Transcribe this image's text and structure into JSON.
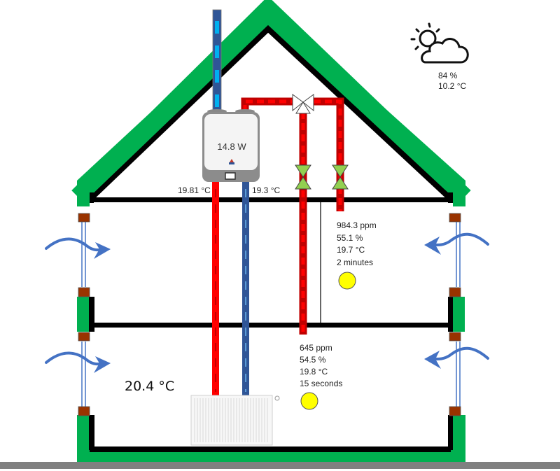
{
  "weather": {
    "icon": "partly-cloudy-icon",
    "humidity": "84 %",
    "temperature": "10.2 °C"
  },
  "ventilation_unit": {
    "power": "14.8 W",
    "supply_temp": "19.81 °C",
    "return_temp": "19.3 °C"
  },
  "upper_room": {
    "co2": "984.3 ppm",
    "humidity": "55.1 %",
    "temperature": "19.7 °C",
    "last_update": "2 minutes",
    "status_color": "#ffff00"
  },
  "lower_room": {
    "co2": "645 ppm",
    "humidity": "54.5 %",
    "temperature": "19.8 °C",
    "last_update": "15 seconds",
    "status_color": "#ffff00",
    "room_temperature": "20.4 °C"
  },
  "colors": {
    "wall": "#00b050",
    "wall_inner": "#000000",
    "hot_pipe": "#ff0000",
    "hot_pipe_dark": "#c00000",
    "cold_pipe": "#2f5597",
    "cold_pipe_light": "#00b0f0",
    "window_block": "#993300",
    "airflow_arrow": "#4472c4",
    "valve": "#92d050",
    "ground": "#808080"
  }
}
